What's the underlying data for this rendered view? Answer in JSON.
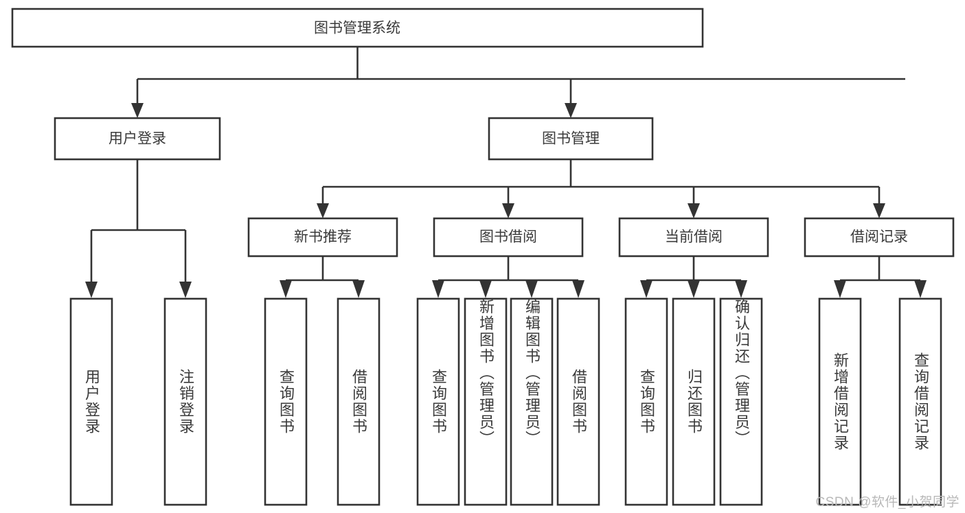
{
  "diagram": {
    "type": "org-tree",
    "title_node": "图书管理系统",
    "watermark": "CSDN @软件_小贺同学",
    "colors": {
      "box_stroke": "#333333",
      "box_fill": "#ffffff",
      "text": "#3a3a3a",
      "watermark": "#b8b8b8",
      "background": "#ffffff"
    },
    "levels": {
      "root": "图书管理系统",
      "level2": [
        "用户登录",
        "图书管理"
      ],
      "level3": [
        "新书推荐",
        "图书借阅",
        "当前借阅",
        "借阅记录"
      ]
    },
    "nodes": {
      "root": {
        "label": "图书管理系统"
      },
      "user_login": {
        "label": "用户登录"
      },
      "book_manage": {
        "label": "图书管理"
      },
      "new_book_rec": {
        "label": "新书推荐"
      },
      "book_borrow": {
        "label": "图书借阅"
      },
      "current_borrow": {
        "label": "当前借阅"
      },
      "borrow_record": {
        "label": "借阅记录"
      }
    },
    "leaves": {
      "user_login": [
        {
          "label": "用户登录"
        },
        {
          "label": "注销登录"
        }
      ],
      "new_book_rec": [
        {
          "label": "查询图书"
        },
        {
          "label": "借阅图书"
        }
      ],
      "book_borrow": [
        {
          "label": "查询图书"
        },
        {
          "label": "新增图书（管理员）"
        },
        {
          "label": "编辑图书（管理员）"
        },
        {
          "label": "借阅图书"
        }
      ],
      "current_borrow": [
        {
          "label": "查询图书"
        },
        {
          "label": "归还图书"
        },
        {
          "label": "确认归还（管理员）"
        }
      ],
      "borrow_record": [
        {
          "label": "新增借阅记录"
        },
        {
          "label": "查询借阅记录"
        }
      ]
    }
  }
}
